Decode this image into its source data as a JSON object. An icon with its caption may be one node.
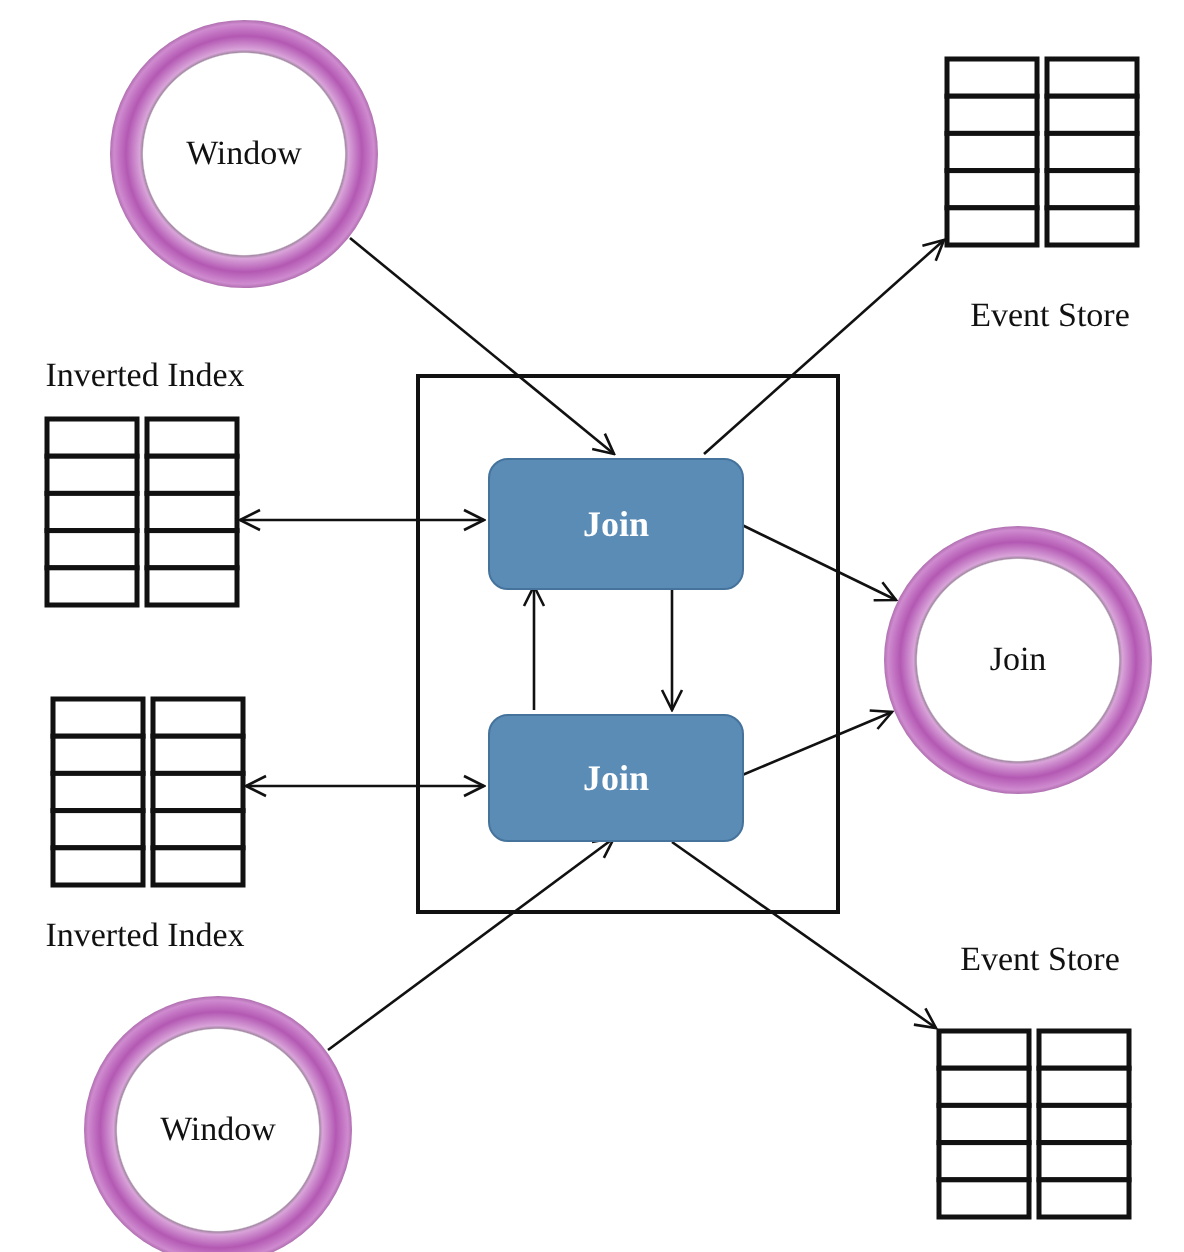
{
  "diagram": {
    "nodes": [
      {
        "text": [
          "Window"
        ]
      },
      {
        "text": [
          "Event Store"
        ]
      },
      {
        "text": [
          "Inverted Index"
        ]
      },
      {
        "text": [],
        "shape": "box"
      },
      {
        "text": [
          "Join"
        ],
        "in": 3
      },
      {
        "text": [
          "Join"
        ]
      },
      {
        "text": [
          "Inverted Index"
        ]
      },
      {
        "text": [
          "Join"
        ],
        "in": 3
      },
      {
        "text": [
          "Event Store"
        ]
      },
      {
        "text": [
          "Window"
        ]
      }
    ],
    "edges": [
      {
        "from": 0,
        "to": 4,
        "arrow": "to"
      },
      {
        "from": 4,
        "to": 1,
        "arrow": "to"
      },
      {
        "from": 2,
        "to": 4,
        "arrow": "both"
      },
      {
        "from": 4,
        "to": 5,
        "arrow": "to"
      },
      {
        "from": 7,
        "to": 4,
        "arrow": "to"
      },
      {
        "from": 4,
        "to": 7,
        "arrow": "to"
      },
      {
        "from": 6,
        "to": 7,
        "arrow": "both"
      },
      {
        "from": 7,
        "to": 5,
        "arrow": "to"
      },
      {
        "from": 9,
        "to": 7,
        "arrow": "to"
      },
      {
        "from": 7,
        "to": 8,
        "arrow": "to"
      }
    ]
  }
}
